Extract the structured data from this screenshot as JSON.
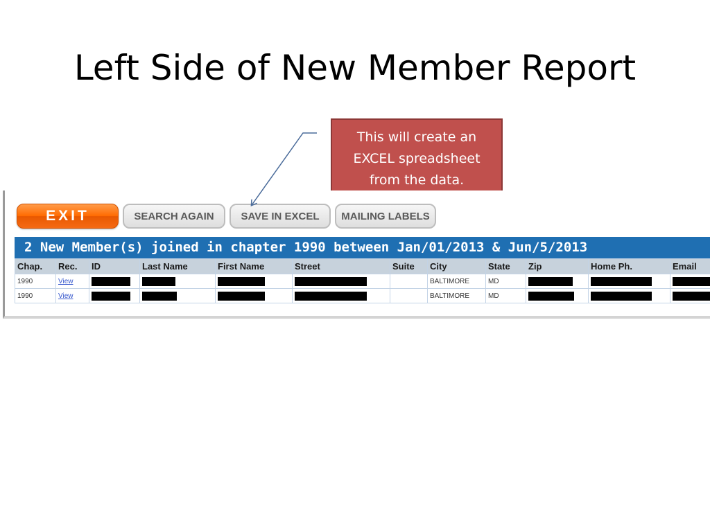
{
  "slide": {
    "title": "Left Side of New Member Report"
  },
  "callout": {
    "lines": [
      "This will create an",
      "EXCEL spreadsheet",
      "from the data."
    ],
    "color": "#c0504d"
  },
  "toolbar": {
    "exit_label": "EXIT",
    "search_again_label": "SEARCH AGAIN",
    "save_excel_label": "SAVE IN EXCEL",
    "mailing_labels_label": "MAILING LABELS"
  },
  "report": {
    "header": "2 New Member(s) joined in chapter 1990 between Jan/01/2013 & Jun/5/2013",
    "header_color": "#1f6fb2",
    "columns": [
      "Chap.",
      "Rec.",
      "ID",
      "Last Name",
      "First Name",
      "Street",
      "Suite",
      "City",
      "State",
      "Zip",
      "Home Ph.",
      "Email"
    ],
    "rows": [
      {
        "chap": "1990",
        "rec": "View",
        "city": "BALTIMORE",
        "state": "MD"
      },
      {
        "chap": "1990",
        "rec": "View",
        "city": "BALTIMORE",
        "state": "MD"
      }
    ]
  }
}
